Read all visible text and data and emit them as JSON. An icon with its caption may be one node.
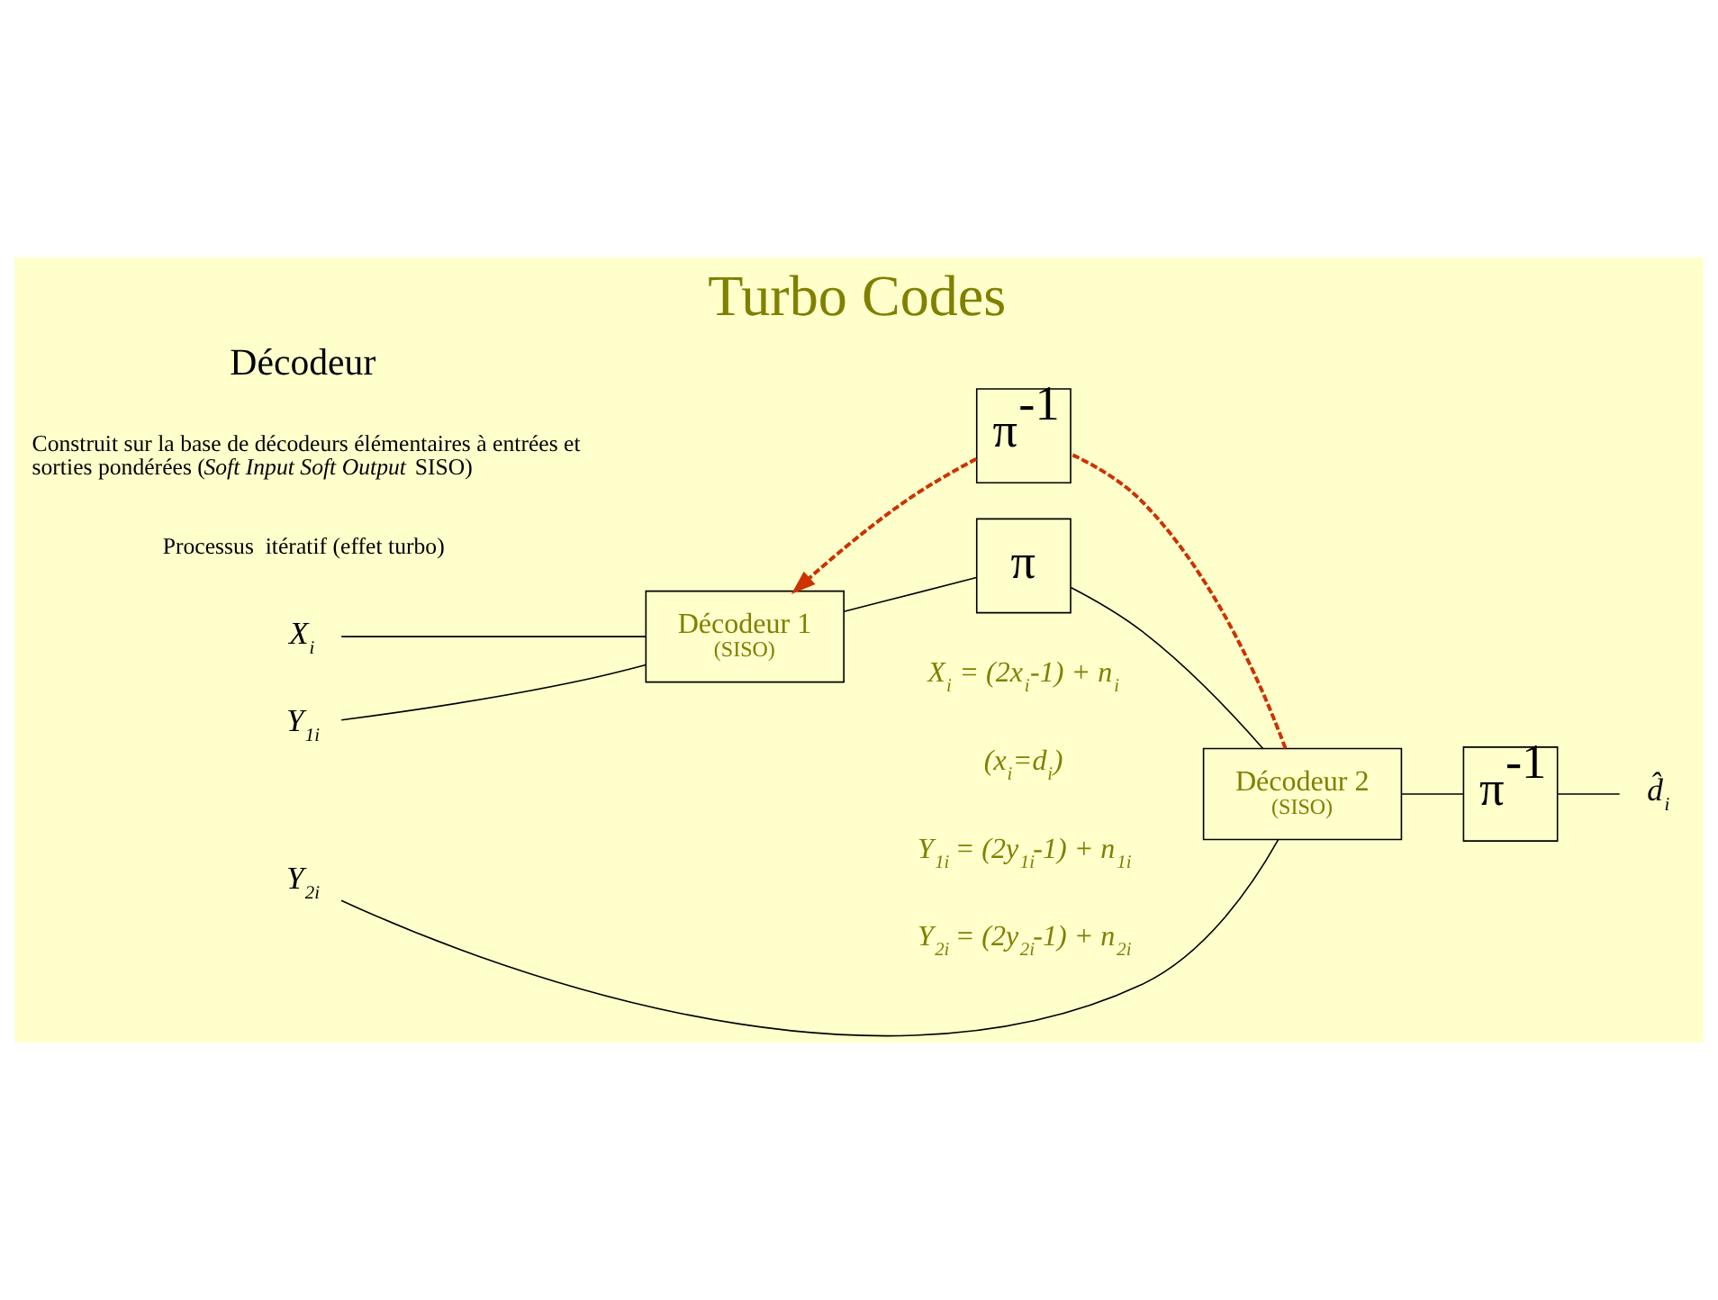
{
  "diagram": {
    "title": "Turbo Codes",
    "nodes": [
      {
        "text": [
          "π$^{-1}$"
        ]
      },
      {
        "text": [
          "*X*$_{i}$"
        ]
      },
      {
        "text": [
          "Décodeur 1",
          "(SISO)"
        ]
      },
      {
        "text": [
          "π"
        ]
      },
      {
        "text": [
          "Décodeur 2",
          "(SISO)"
        ]
      },
      {
        "text": [
          "π$^{-1}$"
        ]
      },
      {
        "text": [
          "*d̂*$_{i}$"
        ]
      },
      {
        "text": [
          "*Y*$_{1i}$"
        ]
      },
      {
        "text": [
          "*Y*$_{2i}$"
        ]
      }
    ],
    "edges": [
      {
        "from": 1,
        "to": 2,
        "arrow": "none"
      },
      {
        "from": 7,
        "to": 2,
        "arrow": "none"
      },
      {
        "from": 2,
        "to": 3,
        "arrow": "none"
      },
      {
        "from": 3,
        "to": 4,
        "arrow": "none"
      },
      {
        "from": 8,
        "to": 4,
        "arrow": "none"
      },
      {
        "from": 4,
        "to": 5,
        "arrow": "none"
      },
      {
        "from": 5,
        "to": 6,
        "arrow": "none"
      },
      {
        "from": 4,
        "to": 0,
        "arrow": "none",
        "style": "dashed",
        "color": "#cc3300"
      },
      {
        "from": 0,
        "to": 2,
        "arrow": "to",
        "style": "dashed",
        "color": "#cc3300"
      }
    ],
    "labels": [
      "Décodeur",
      "Construit sur la base de décodeurs élémentaires à entrées et sorties pondérées (*Soft Input Soft Output* SISO)",
      "Processus  itératif (effet turbo)",
      "X$_{i}$ = (2x$_{i}$-1) + n$_{i}$",
      "(x$_{i}$=d$_{i}$)",
      "Y$_{1i}$ = (2y$_{1i}$-1) + n$_{1i}$",
      "Y$_{2i}$ = (2y$_{2i}$-1) + n$_{2i}$"
    ]
  }
}
